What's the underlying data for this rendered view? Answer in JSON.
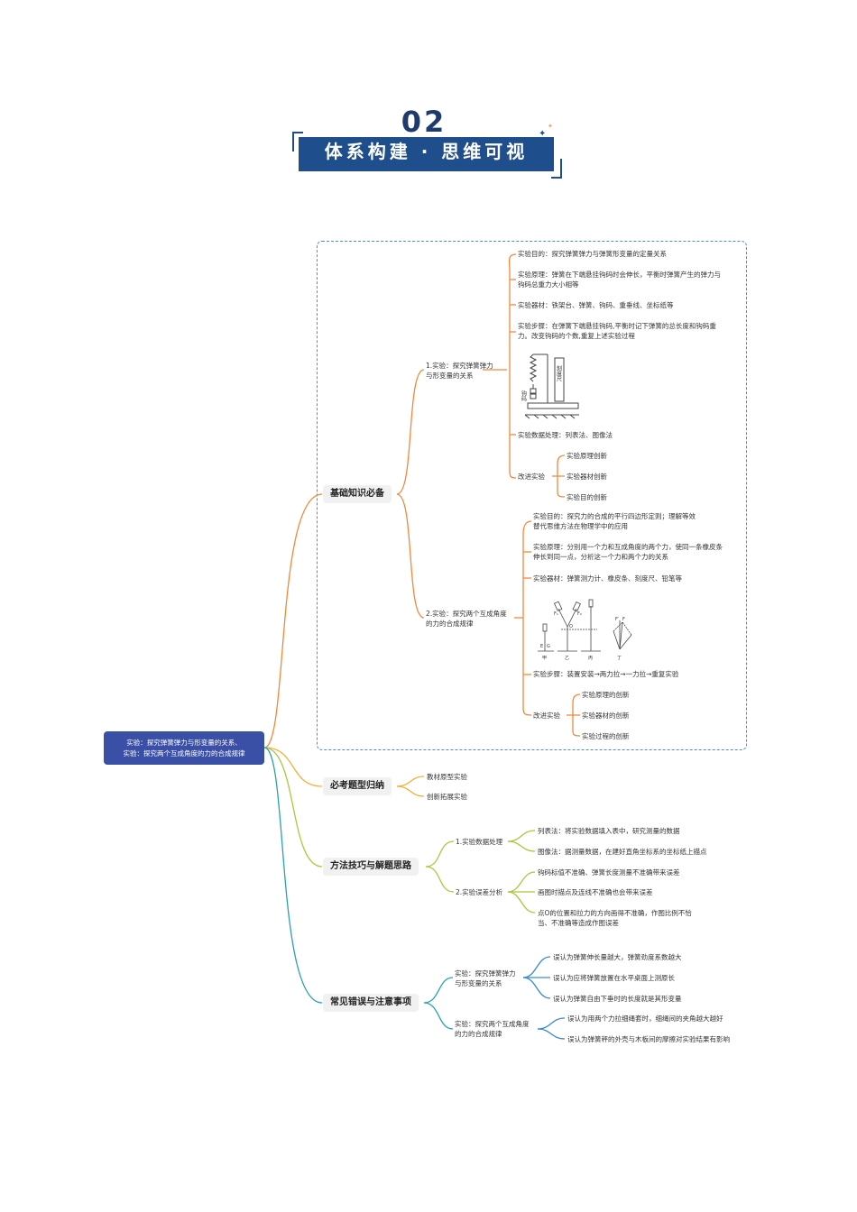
{
  "header": {
    "number": "02",
    "title": "体系构建 · 思维可视"
  },
  "root": {
    "line1": "实验：探究弹簧弹力与形变量的关系、",
    "line2": "实验：探究两个互成角度的力的合成规律"
  },
  "branches": {
    "basics": {
      "label": "基础知识必备",
      "exp1": {
        "label_line1": "1.实验：探究弹簧弹力",
        "label_line2": "与形变量的关系",
        "purpose": "实验目的：探究弹簧弹力与弹簧形变量的定量关系",
        "principle_line1": "实验原理：弹簧在下端悬挂钩码时会伸长，平衡时弹簧产生的弹力与",
        "principle_line2": "钩码总重力大小相等",
        "equipment": "实验器材：铁架台、弹簧、钩码、重垂线、坐标纸等",
        "steps_line1": "实验步骤：在弹簧下端悬挂钩码,平衡时记下弹簧的总长度和钩码重",
        "steps_line2": "力。改变钩码的个数,重复上述实验过程",
        "figure_ruler": "刻度尺",
        "figure_weight": "钩码",
        "data": "实验数据处理：列表法、图像法",
        "improve": "改进实验",
        "improve_items": [
          "实验原理创新",
          "实验器材创新",
          "实验目的创新"
        ]
      },
      "exp2": {
        "label_line1": "2.实验：探究两个互成角度",
        "label_line2": "的力的合成规律",
        "purpose_line1": "实验目的：探究力的合成的平行四边形定则；理解等效",
        "purpose_line2": "替代思维方法在物理学中的应用",
        "principle_line1": "实验原理：分别用一个力和互成角度的两个力，使同一条橡皮条",
        "principle_line2": "伸长到同一点，分析这一个力和两个力的关系",
        "equipment": "实验器材：弹簧测力计、橡皮条、刻度尺、铅笔等",
        "figure_labels": [
          "甲",
          "乙",
          "丙",
          "丁"
        ],
        "figure_points": [
          "E",
          "G",
          "O",
          "F₁",
          "F₂",
          "F",
          "F′"
        ],
        "steps": "实验步骤：装置安装→两力拉→一力拉→重复实验",
        "improve": "改进实验",
        "improve_items": [
          "实验原理的创新",
          "实验器材的创新",
          "实验过程的创新"
        ]
      }
    },
    "types": {
      "label": "必考题型归纳",
      "items": [
        "教材原型实验",
        "创新拓展实验"
      ]
    },
    "methods": {
      "label": "方法技巧与解题思路",
      "data": {
        "label": "1.实验数据处理",
        "items": [
          "列表法：将实验数据填入表中，研究测量的数据",
          "图像法：据测量数据，在建好直角坐标系的坐标纸上描点"
        ]
      },
      "error": {
        "label": "2.实验误差分析",
        "items": [
          "钩码标值不准确、弹簧长度测量不准确带来误差",
          "画图时描点及连线不准确也会带来误差"
        ],
        "item3_line1": "点O的位置和拉力的方向画得不准确，作图比例不恰",
        "item3_line2": "当、不准确等造成作图误差"
      }
    },
    "mistakes": {
      "label": "常见错误与注意事项",
      "exp1": {
        "label_line1": "实验：探究弹簧弹力",
        "label_line2": "与形变量的关系",
        "items": [
          "误认为弹簧伸长量越大，弹簧劲度系数越大",
          "误认为应将弹簧放置在水平桌面上测原长",
          "误认为弹簧自由下垂时的长度就是其形变量"
        ]
      },
      "exp2": {
        "label_line1": "实验：探究两个互成角度",
        "label_line2": "的力的合成规律",
        "items": [
          "误认为用两个力拉细绳套时，细绳间的夹角越大越好",
          "误认为弹簧秤的外壳与木板间的摩擦对实验结果有影响"
        ]
      }
    }
  },
  "colors": {
    "navy": "#1f4e8c",
    "root": "#3a4fa6",
    "orange": "#f0883a",
    "gold": "#f0b13a",
    "yellowgreen": "#a8c83a",
    "teal": "#2aa0b0",
    "blue": "#3a8ad0"
  }
}
